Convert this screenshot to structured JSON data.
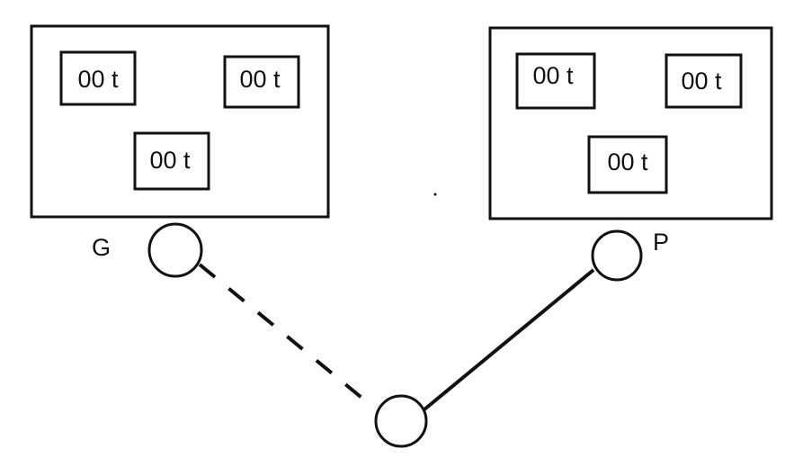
{
  "left_group": {
    "boxes": [
      "00 t",
      "00 t",
      "00 t"
    ]
  },
  "right_group": {
    "boxes": [
      "00 t",
      "00 t",
      "00 t"
    ]
  },
  "nodes": {
    "g_label": "G",
    "p_label": "P"
  },
  "connections": [
    {
      "from": "G",
      "to": "bottom",
      "style": "dashed"
    },
    {
      "from": "P",
      "to": "bottom",
      "style": "solid"
    }
  ],
  "colors": {
    "ink": "#111111",
    "background": "#ffffff"
  }
}
